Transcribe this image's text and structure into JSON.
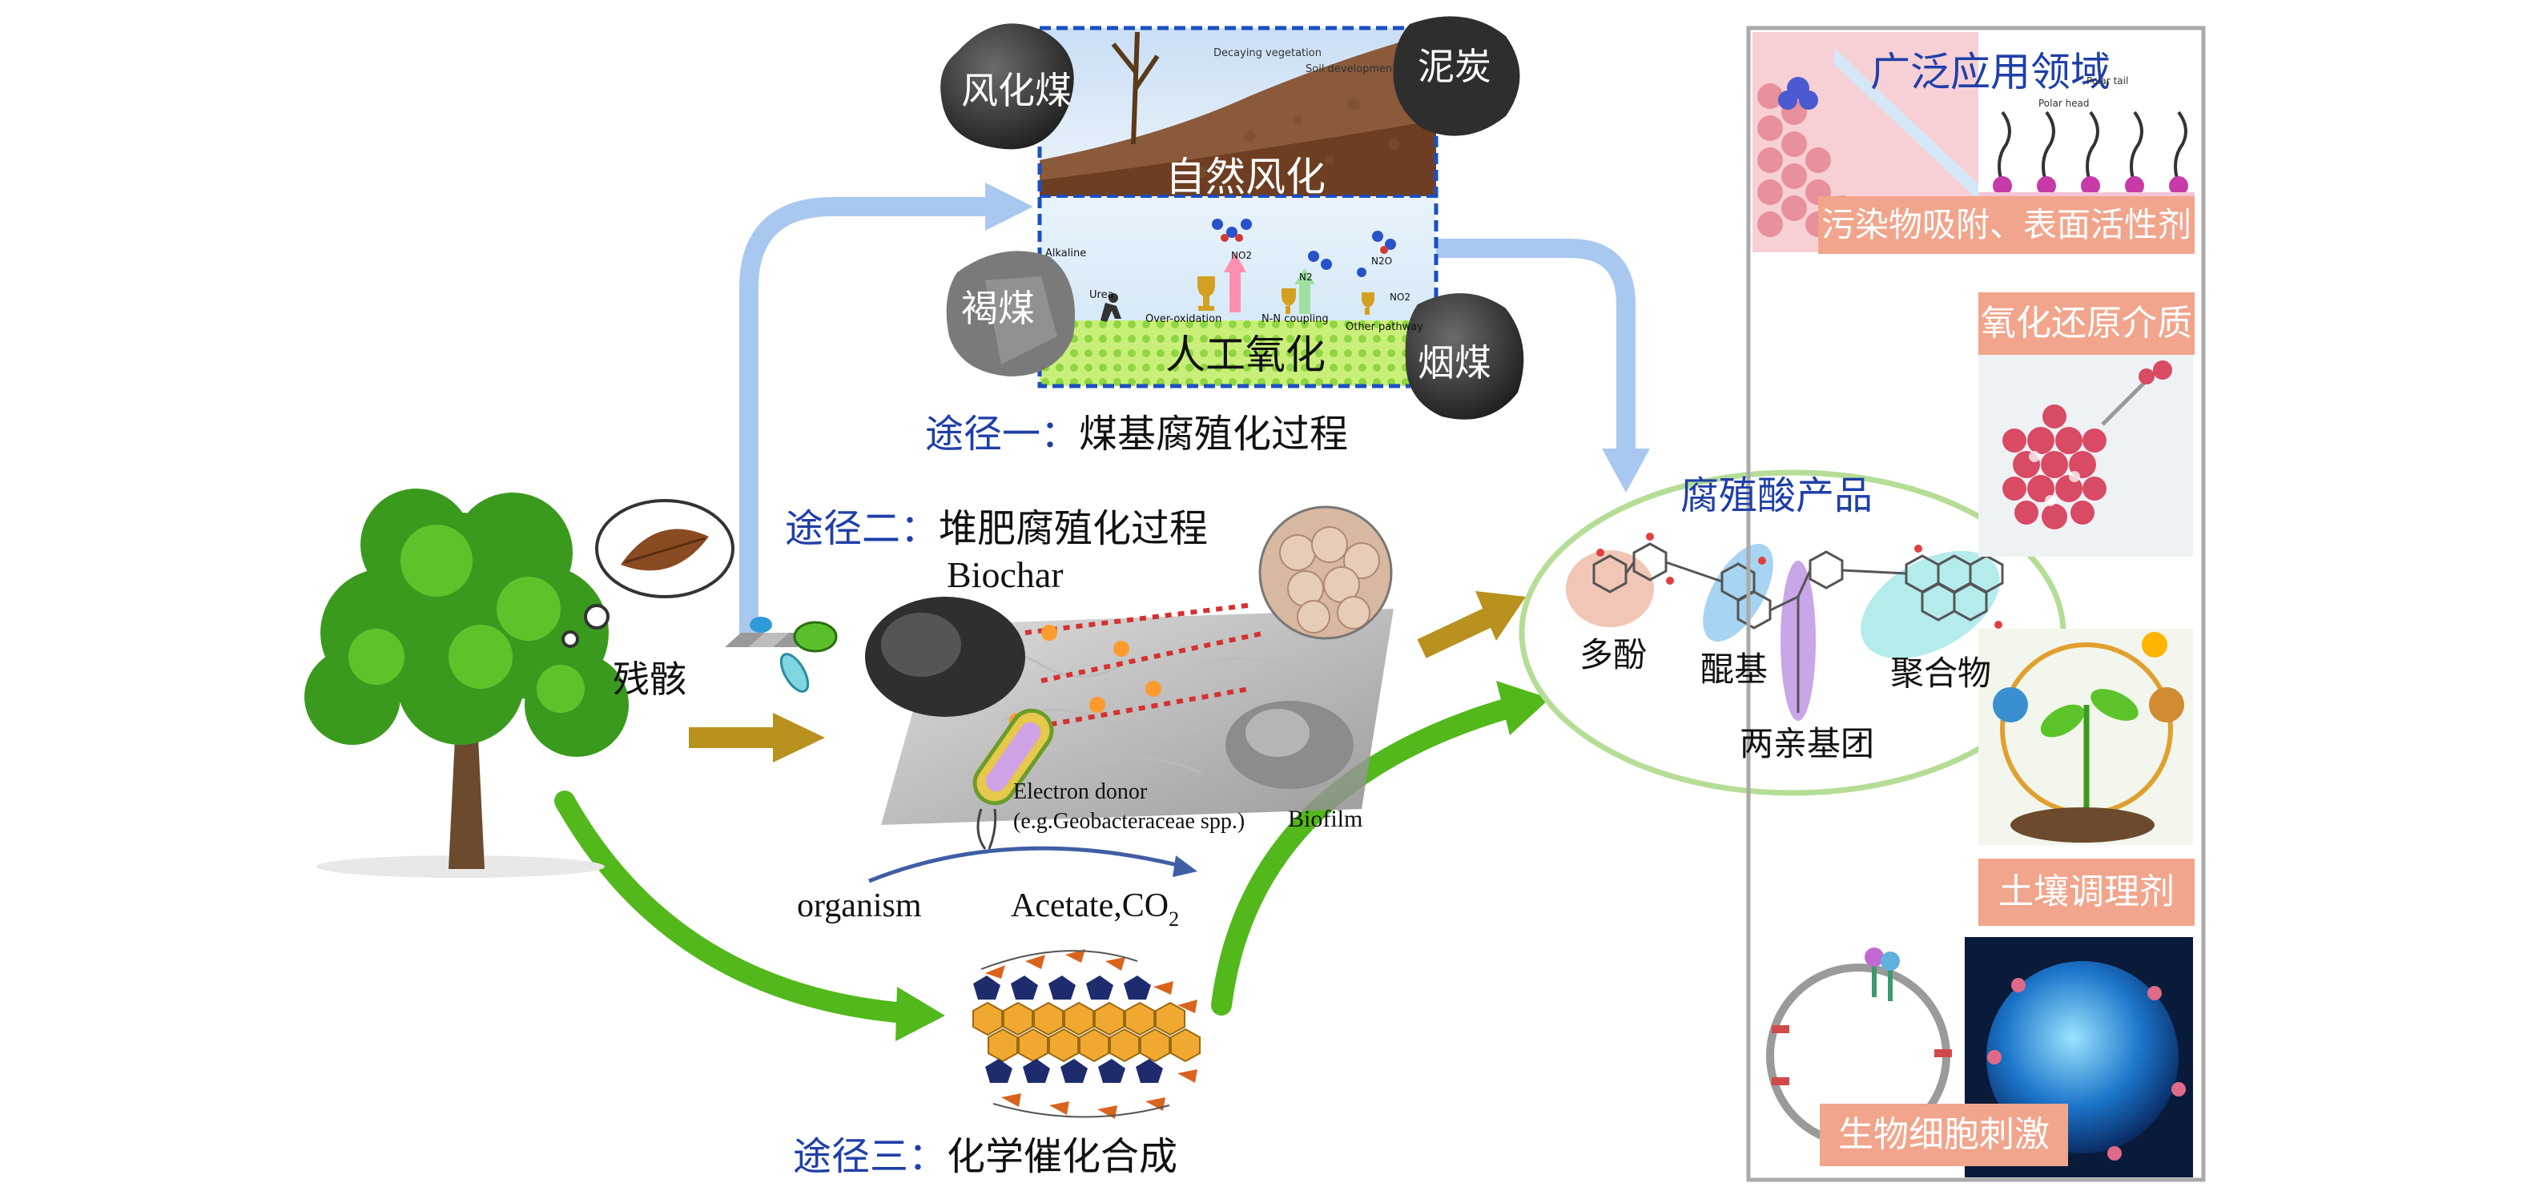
{
  "pathways": {
    "p1": {
      "prefix": "途径一：",
      "text": "煤基腐殖化过程"
    },
    "p2": {
      "prefix": "途径二：",
      "text": "堆肥腐殖化过程"
    },
    "p3": {
      "prefix": "途径三：",
      "text": "化学催化合成"
    }
  },
  "coal": {
    "weathered": "风化煤",
    "peat": "泥炭",
    "lignite": "褐煤",
    "bituminous": "烟煤",
    "natural_weathering": "自然风化",
    "artificial_oxidation": "人工氧化",
    "soil_labels": [
      "Decaying vegetation",
      "Soil development"
    ],
    "n_cycle_labels": [
      "Alkaline",
      "Urea",
      "Over-oxidation",
      "N-N coupling",
      "Other pathway",
      "NO2",
      "N2",
      "N2O",
      "NO2"
    ]
  },
  "residue": "残骸",
  "compost": {
    "biochar": "Biochar",
    "electron_donor": "Electron donor",
    "electron_donor_sub": "(e.g.Geobacteraceae spp.)",
    "biofilm": "Biofilm",
    "organism": "organism",
    "acetate": "Acetate,CO",
    "acetate_sub": "2"
  },
  "product": {
    "title": "腐殖酸产品",
    "polyphenol": "多酚",
    "quinone": "醌基",
    "amphiphilic": "两亲基团",
    "polymer": "聚合物"
  },
  "applications": {
    "title": "广泛应用领域",
    "items": [
      "污染物吸附、表面活性剂",
      "氧化还原介质",
      "土壤调理剂",
      "生物细胞刺激"
    ],
    "diagram_labels": [
      "Polar head",
      "Polar tail"
    ]
  },
  "colors": {
    "path_blue": "#a9c8f0",
    "path_gold": "#b8911e",
    "path_green": "#52b81c",
    "tag_salmon": "#f1a58c",
    "ellipse_green": "#b5dd96",
    "title_blue": "#1f3fa8"
  }
}
